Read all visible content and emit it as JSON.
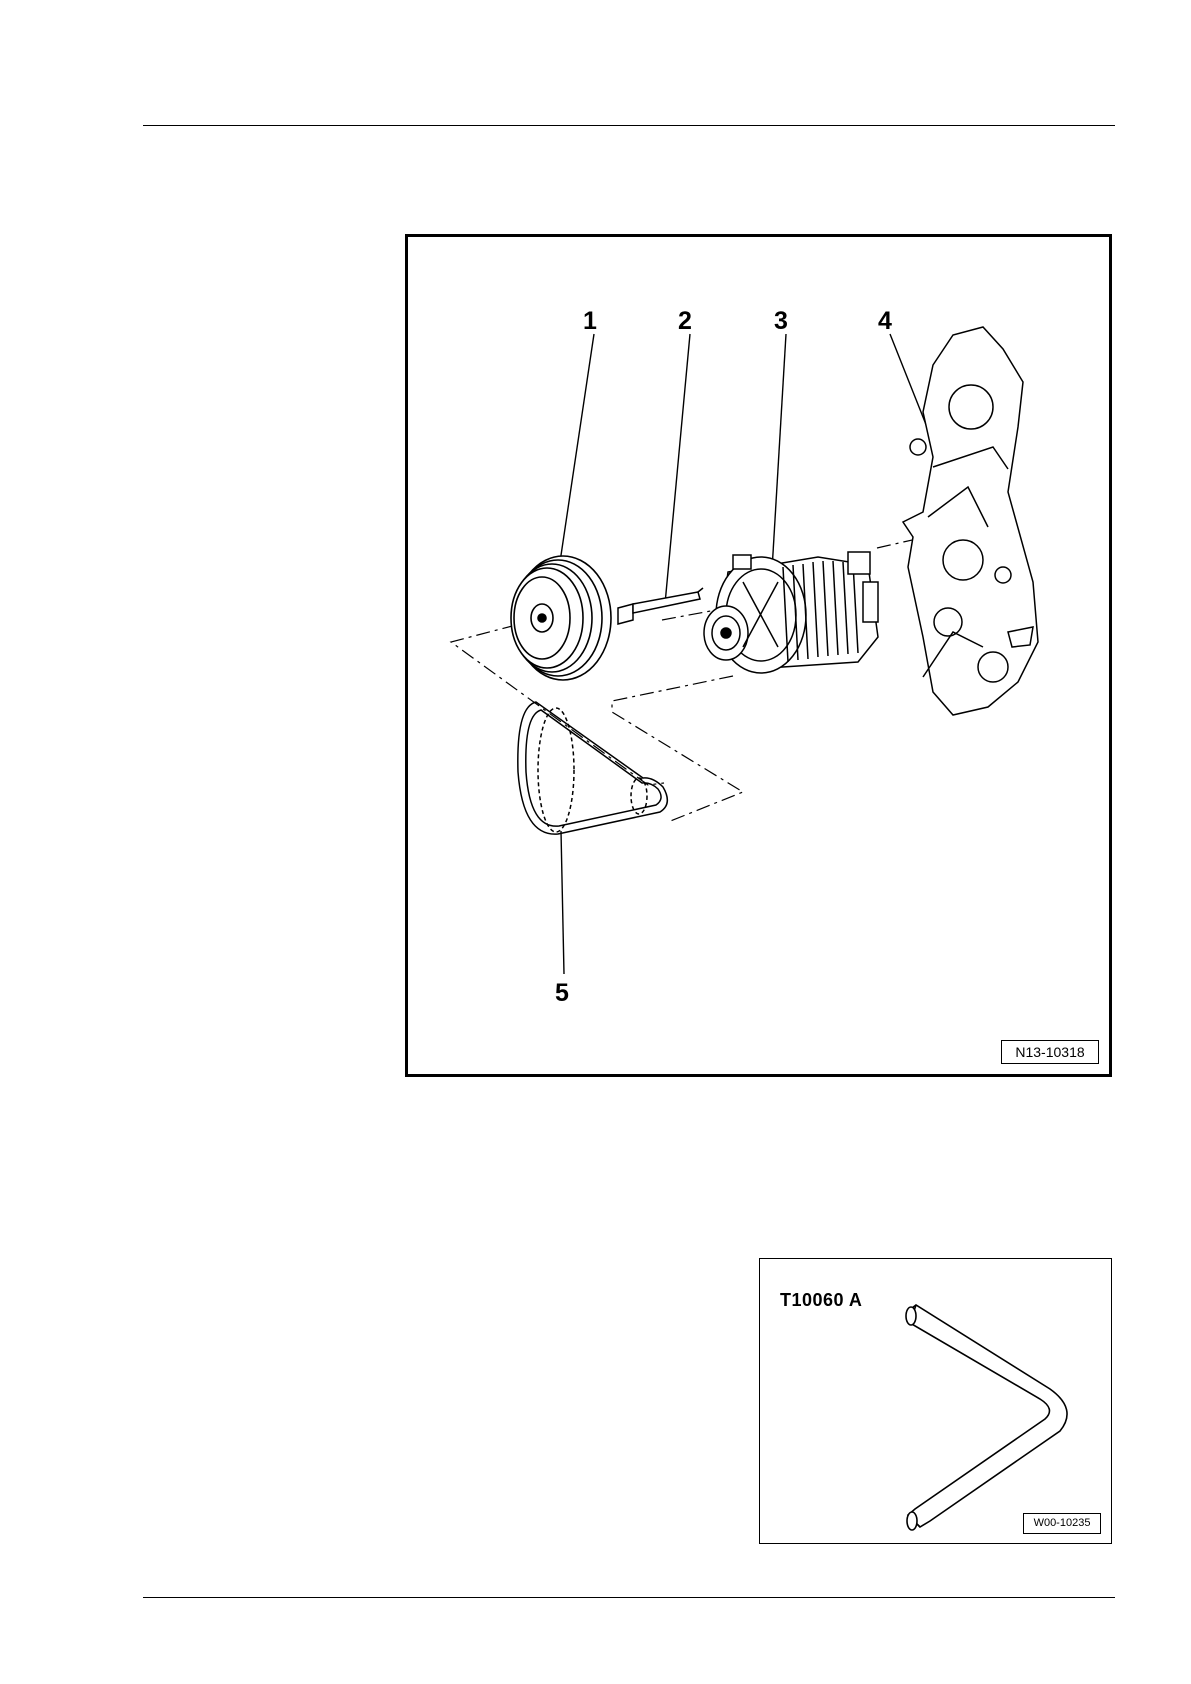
{
  "figure_main": {
    "callouts": [
      "1",
      "2",
      "3",
      "4",
      "5"
    ],
    "reference": "N13-10318"
  },
  "figure_tool": {
    "tool_name": "T10060 A",
    "reference": "W00-10235"
  }
}
